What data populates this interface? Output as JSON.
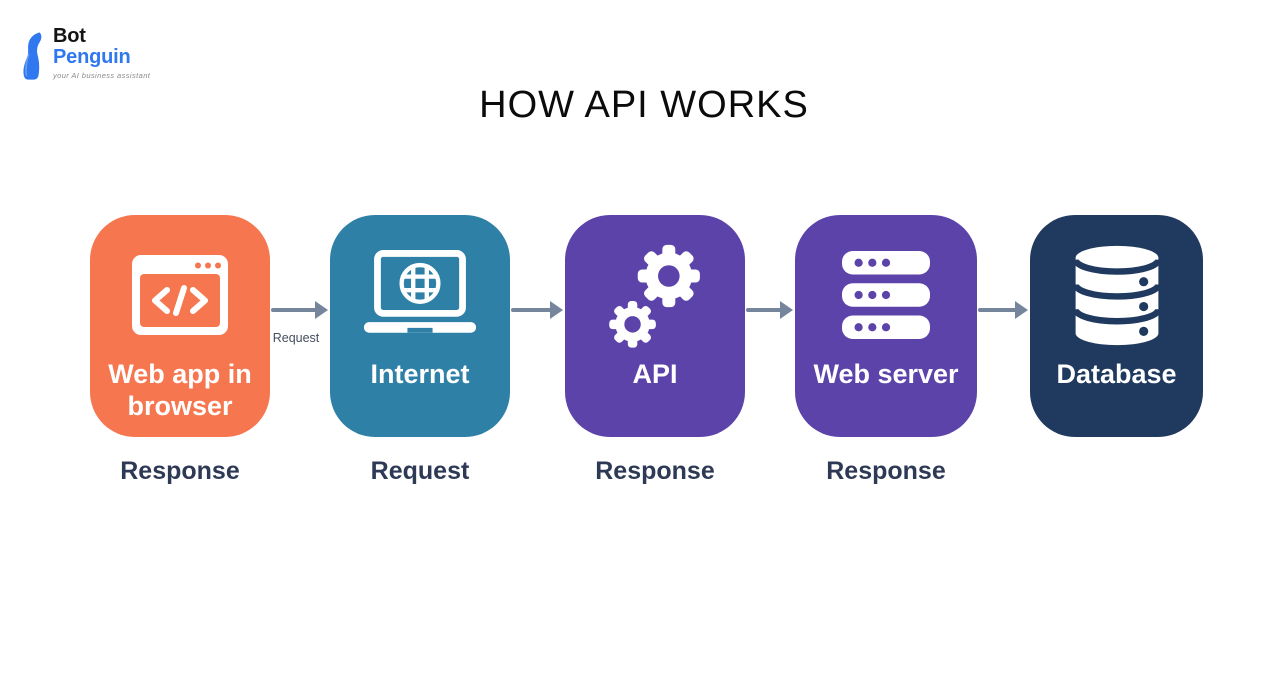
{
  "logo": {
    "brand_top": "Bot",
    "brand_bottom": "Penguin",
    "tagline": "your AI business assistant",
    "brand_top_color": "#141414",
    "brand_blue": "#2f78ef"
  },
  "title": {
    "text": "HOW API WORKS",
    "color": "#0b0b0b"
  },
  "flow": {
    "arrow_color": "#75859b",
    "label_color": "#2e3a55",
    "first_arrow_label": "Request",
    "nodes": [
      {
        "label": "Web app in browser",
        "icon": "browser-code-icon",
        "color": "#f5764f",
        "bottom_label": "Response"
      },
      {
        "label": "Internet",
        "icon": "laptop-globe-icon",
        "color": "#2e80a6",
        "bottom_label": "Request"
      },
      {
        "label": "API",
        "icon": "gears-icon",
        "color": "#5c43aa",
        "bottom_label": "Response"
      },
      {
        "label": "Web server",
        "icon": "server-rack-icon",
        "color": "#5c43aa",
        "bottom_label": "Response"
      },
      {
        "label": "Database",
        "icon": "database-icon",
        "color": "#203a5f",
        "bottom_label": ""
      }
    ]
  }
}
